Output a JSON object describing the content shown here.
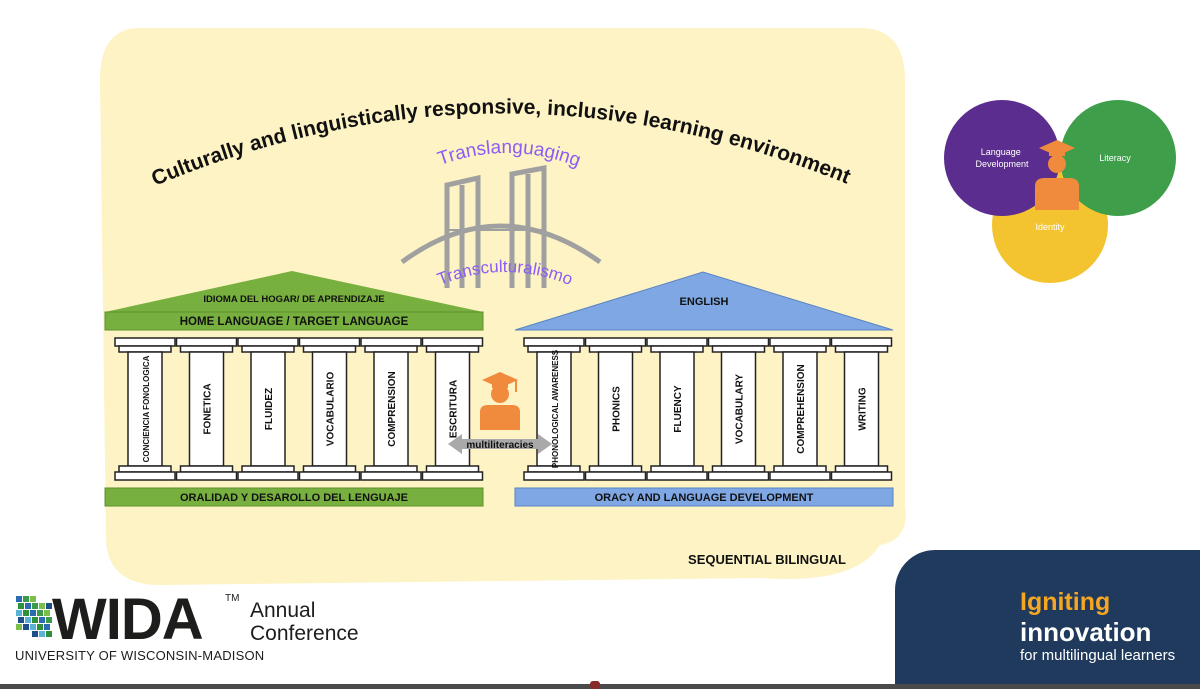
{
  "slide": {
    "headline": "Culturally and linguistically responsive, inclusive learning environment",
    "translanguaging": "Translanguaging",
    "transculturalismo": "Transculturalismo",
    "learner_type": "SEQUENTIAL BILINGUAL",
    "bridge_label": "multiliteracies"
  },
  "left_building": {
    "roof_top": "IDIOMA DEL HOGAR/ DE APRENDIZAJE",
    "roof_band": "HOME LANGUAGE / TARGET LANGUAGE",
    "pillars": [
      "CONCIENCIA FONOLOGICA",
      "FONETICA",
      "FLUIDEZ",
      "VOCABULARIO",
      "COMPRENSION",
      "ESCRITURA"
    ],
    "base": "ORALIDAD Y DESAROLLO DEL LENGUAJE"
  },
  "right_building": {
    "roof": "ENGLISH",
    "pillars": [
      "PHONOLOGICAL AWARENESS",
      "PHONICS",
      "FLUENCY",
      "VOCABULARY",
      "COMPREHENSION",
      "WRITING"
    ],
    "base": "ORACY AND LANGUAGE DEVELOPMENT"
  },
  "venn": {
    "circles": [
      "Language Development",
      "Literacy",
      "Identity"
    ],
    "colors": [
      "#5b2d8e",
      "#3e9e4a",
      "#f4c430"
    ]
  },
  "colors": {
    "yellow_bg": "#fdf3c4",
    "left_green": "#77b03f",
    "right_blue": "#7ea7e4",
    "accent_orange": "#f08a3c",
    "purple_text": "#8b5cf6"
  },
  "footer": {
    "wida_word": "WIDA",
    "wida_tm": "TM",
    "annual_line1": "Annual",
    "annual_line2": "Conference",
    "university": "UNIVERSITY OF WISCONSIN-MADISON",
    "ign_line1": "Igniting",
    "ign_line2": "innovation",
    "ign_line3": "for multilingual learners"
  }
}
